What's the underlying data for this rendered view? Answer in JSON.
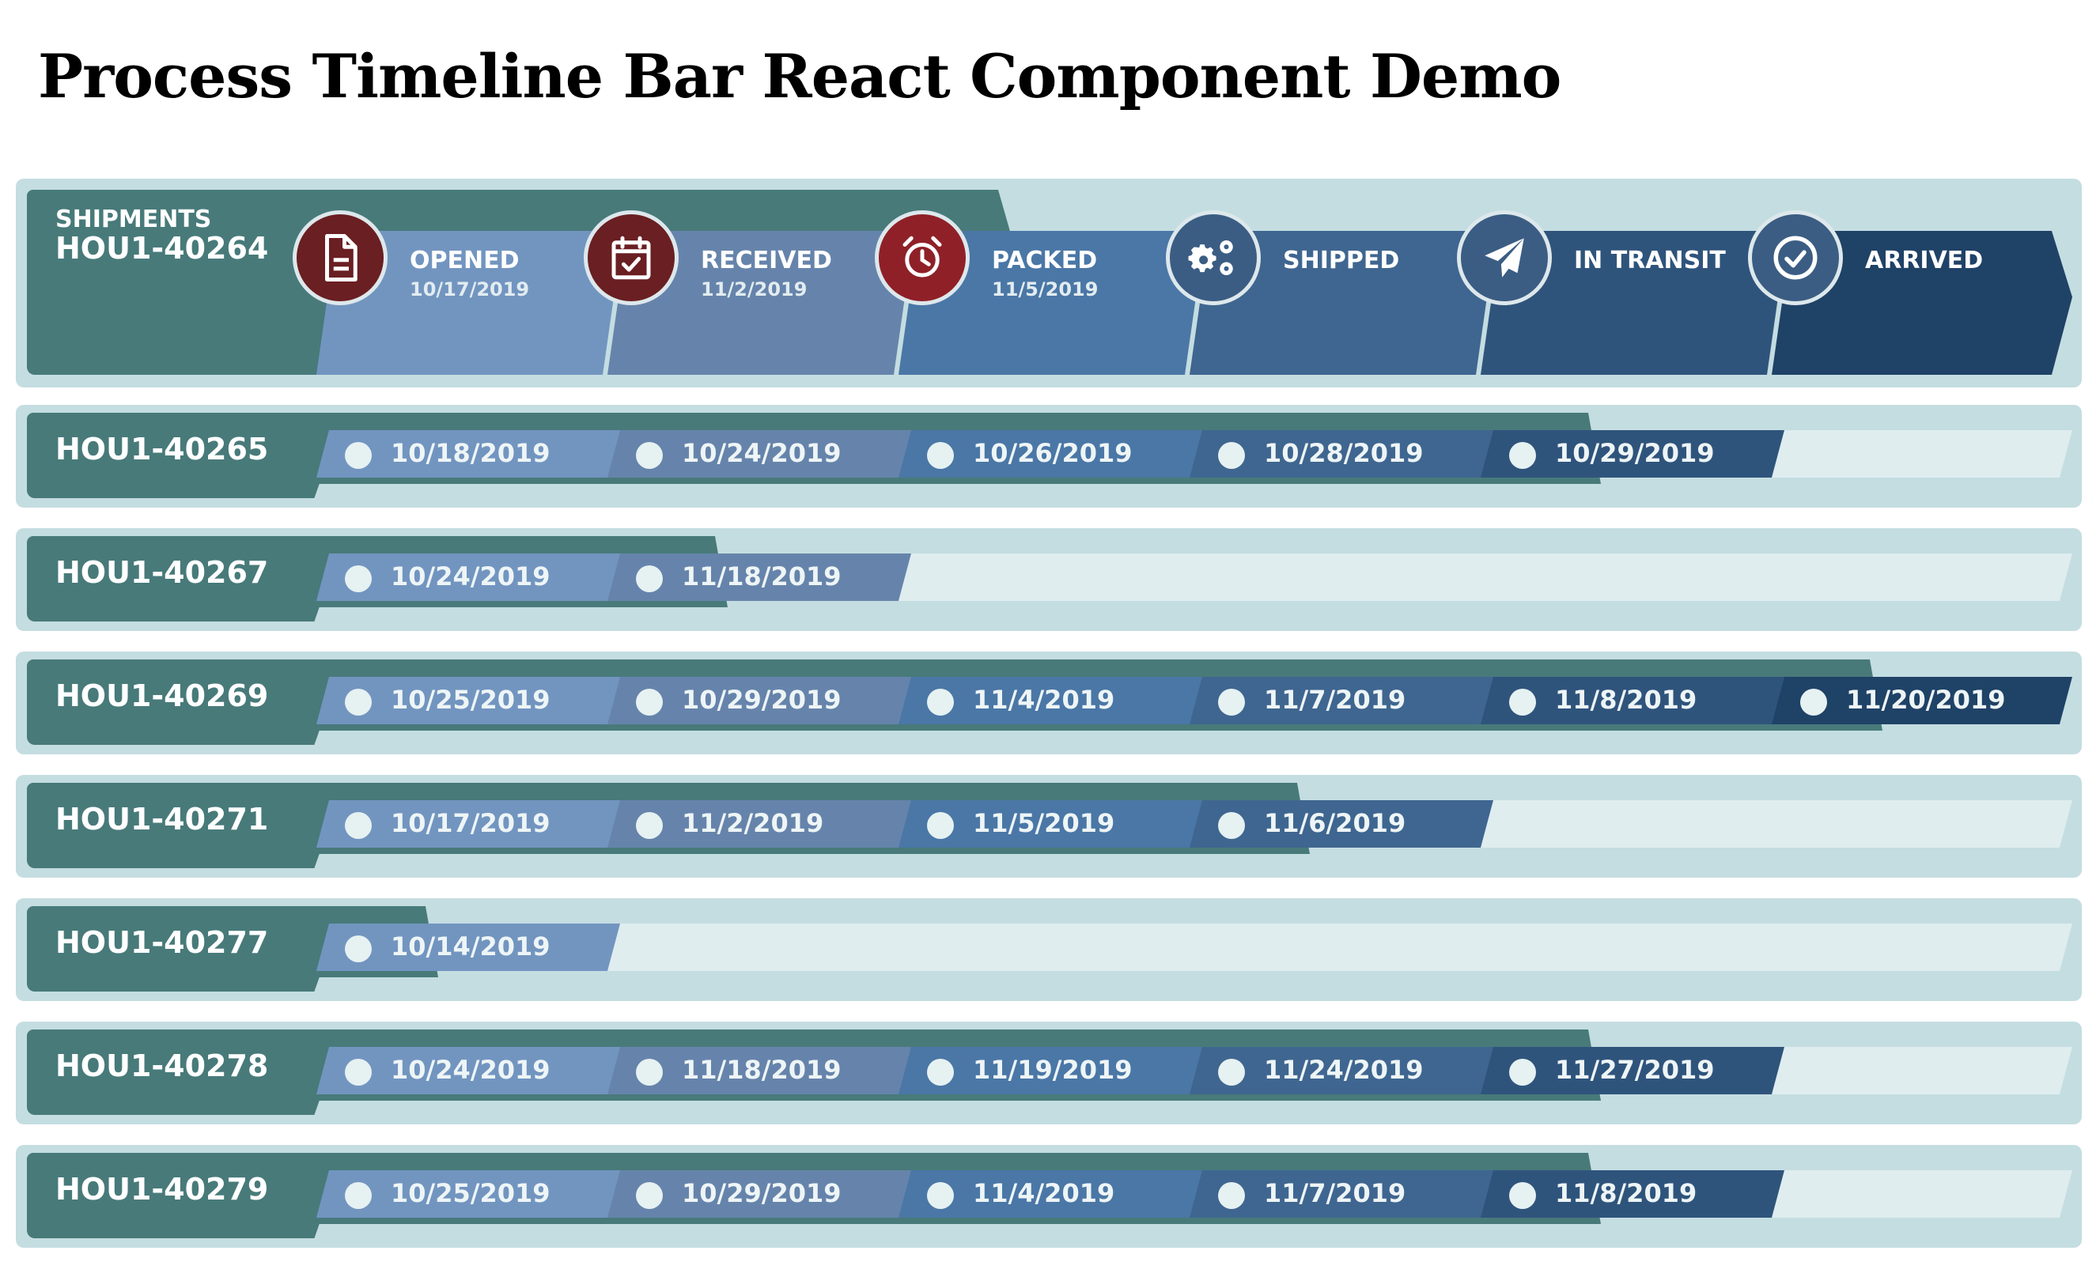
{
  "title": "Process Timeline Bar React Component Demo",
  "colors": {
    "tab": "#487a7a",
    "completed_circle": "#6a1f22",
    "current_circle": "#8f2028",
    "pending_circle": "#3b5d83",
    "stage_colors": [
      "#7295c0",
      "#6684ab",
      "#4a77a6",
      "#3f6690",
      "#2f547c",
      "#1f4267"
    ],
    "row_bg": "#c4dde1",
    "empty_segment": "#dfedef"
  },
  "header": {
    "label": "SHIPMENTS",
    "shipment_id": "HOU1-40264",
    "stages": [
      {
        "name": "OPENED",
        "date": "10/17/2019",
        "icon": "document-icon",
        "status": "completed"
      },
      {
        "name": "RECEIVED",
        "date": "11/2/2019",
        "icon": "calendar-check-icon",
        "status": "completed"
      },
      {
        "name": "PACKED",
        "date": "11/5/2019",
        "icon": "alarm-clock-icon",
        "status": "current"
      },
      {
        "name": "SHIPPED",
        "date": "",
        "icon": "gears-icon",
        "status": "pending"
      },
      {
        "name": "IN TRANSIT",
        "date": "",
        "icon": "paper-plane-icon",
        "status": "pending"
      },
      {
        "name": "ARRIVED",
        "date": "",
        "icon": "check-circle-icon",
        "status": "pending"
      }
    ]
  },
  "shipments": [
    {
      "id": "HOU1-40265",
      "dates": [
        "10/18/2019",
        "10/24/2019",
        "10/26/2019",
        "10/28/2019",
        "10/29/2019"
      ]
    },
    {
      "id": "HOU1-40267",
      "dates": [
        "10/24/2019",
        "11/18/2019"
      ]
    },
    {
      "id": "HOU1-40269",
      "dates": [
        "10/25/2019",
        "10/29/2019",
        "11/4/2019",
        "11/7/2019",
        "11/8/2019",
        "11/20/2019"
      ]
    },
    {
      "id": "HOU1-40271",
      "dates": [
        "10/17/2019",
        "11/2/2019",
        "11/5/2019",
        "11/6/2019"
      ]
    },
    {
      "id": "HOU1-40277",
      "dates": [
        "10/14/2019"
      ]
    },
    {
      "id": "HOU1-40278",
      "dates": [
        "10/24/2019",
        "11/18/2019",
        "11/19/2019",
        "11/24/2019",
        "11/27/2019"
      ]
    },
    {
      "id": "HOU1-40279",
      "dates": [
        "10/25/2019",
        "10/29/2019",
        "11/4/2019",
        "11/7/2019",
        "11/8/2019"
      ]
    }
  ]
}
